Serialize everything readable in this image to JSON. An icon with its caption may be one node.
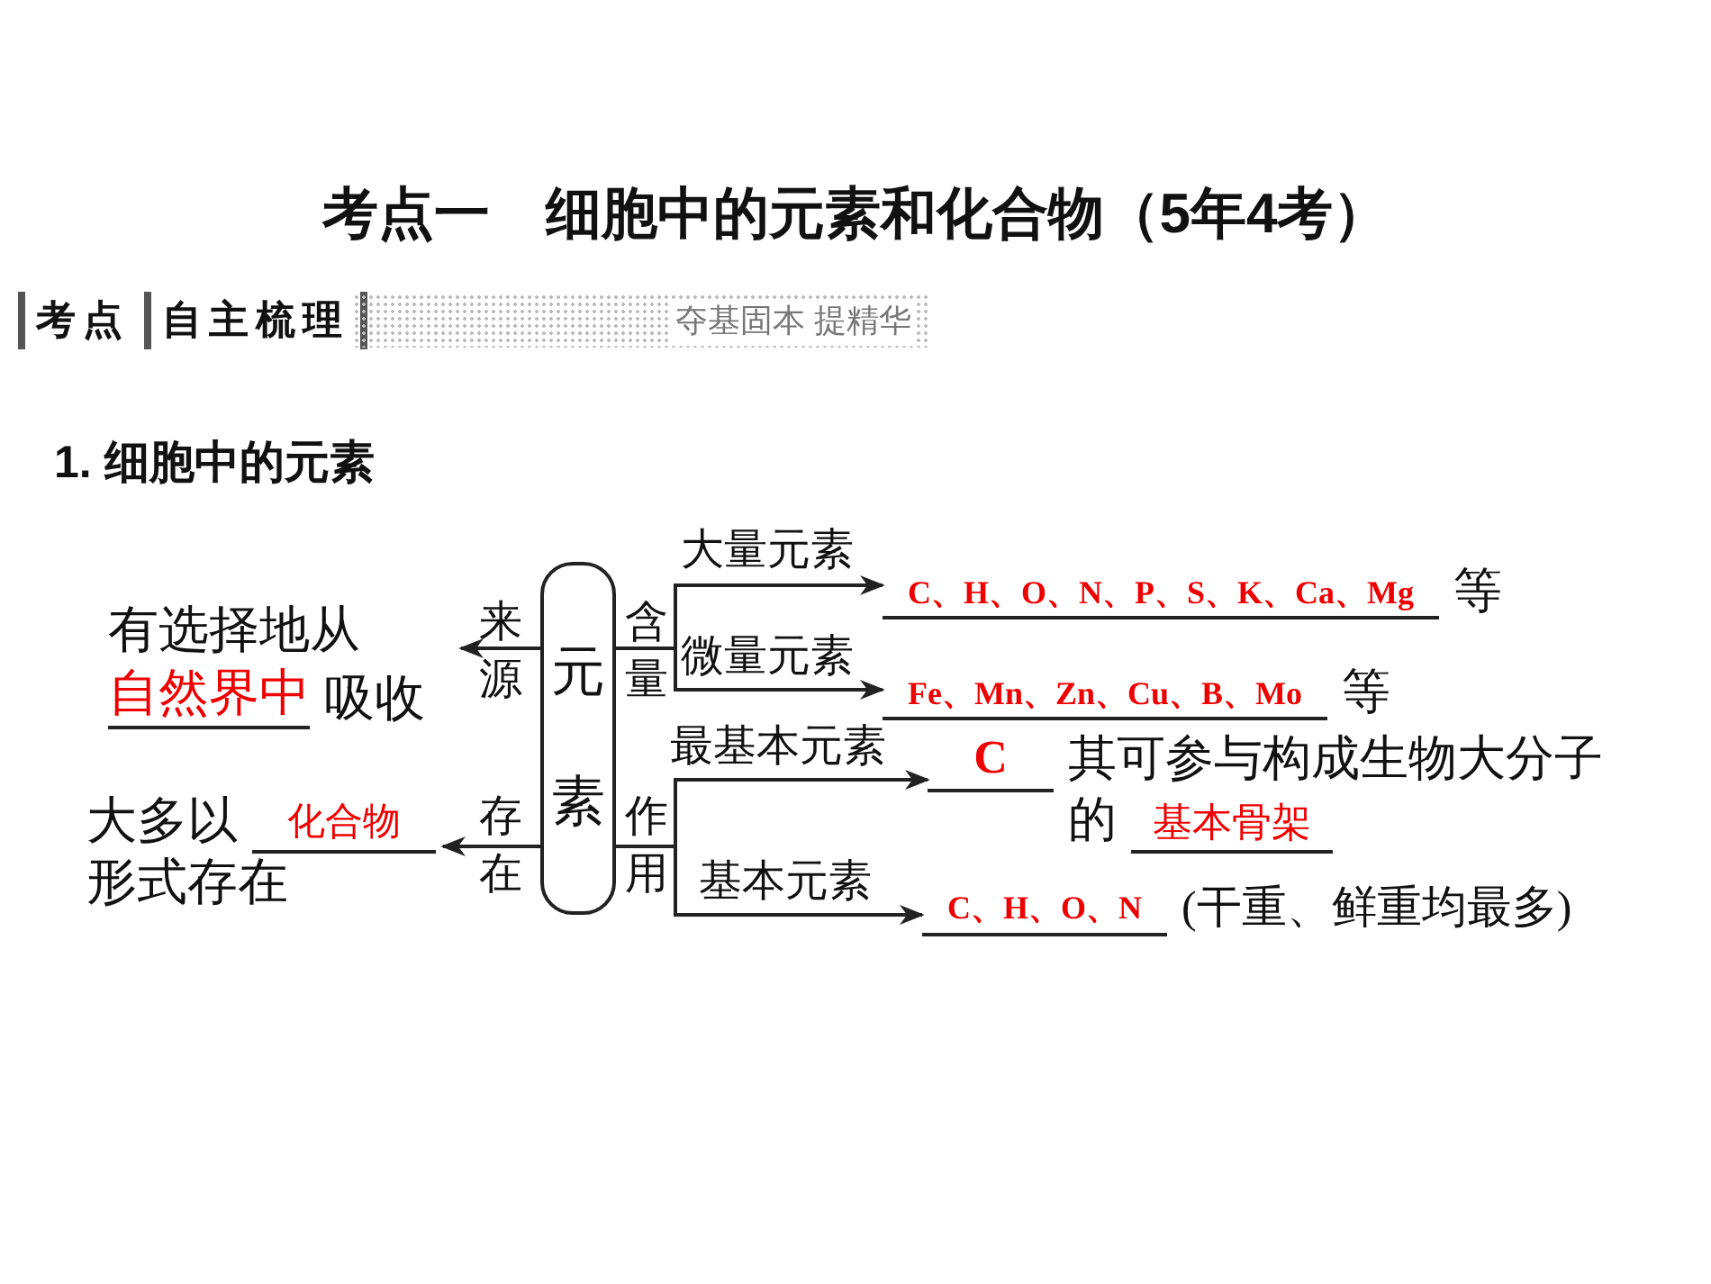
{
  "diagram": {
    "title": "考点一　细胞中的元素和化合物（5年4考）",
    "nodes": [
      {
        "text": [
          "元素"
        ]
      },
      {
        "text": [
          "有选择地从",
          "自然界中",
          "吸收"
        ]
      },
      {
        "text": [
          "大多以",
          "化合物",
          "形式存在"
        ]
      },
      {
        "text": [
          "C、H、O、N、P、S、K、Ca、Mg",
          "等"
        ]
      },
      {
        "text": [
          "Fe、Mn、Zn、Cu、B、Mo",
          "等"
        ]
      },
      {
        "text": [
          "C",
          "其可参与构成生物大分子的",
          "基本骨架"
        ]
      },
      {
        "text": [
          "C、H、O、N",
          "(干重、鲜重均最多)"
        ]
      }
    ],
    "edges": [
      {
        "from": 0,
        "to": 1,
        "arrow": "to",
        "label": "来源"
      },
      {
        "from": 0,
        "to": 2,
        "arrow": "to",
        "label": "存在"
      },
      {
        "from": 0,
        "to": 3,
        "arrow": "to",
        "label": "大量元素"
      },
      {
        "from": 0,
        "to": 4,
        "arrow": "to",
        "label": "微量元素"
      },
      {
        "from": 0,
        "to": 5,
        "arrow": "to",
        "label": "最基本元素"
      },
      {
        "from": 0,
        "to": 6,
        "arrow": "to",
        "label": "基本元素"
      }
    ],
    "labels": [
      "考点",
      "自主梳理",
      "夺基固本 提精华",
      "1. 细胞中的元素",
      "含量",
      "作用"
    ]
  }
}
